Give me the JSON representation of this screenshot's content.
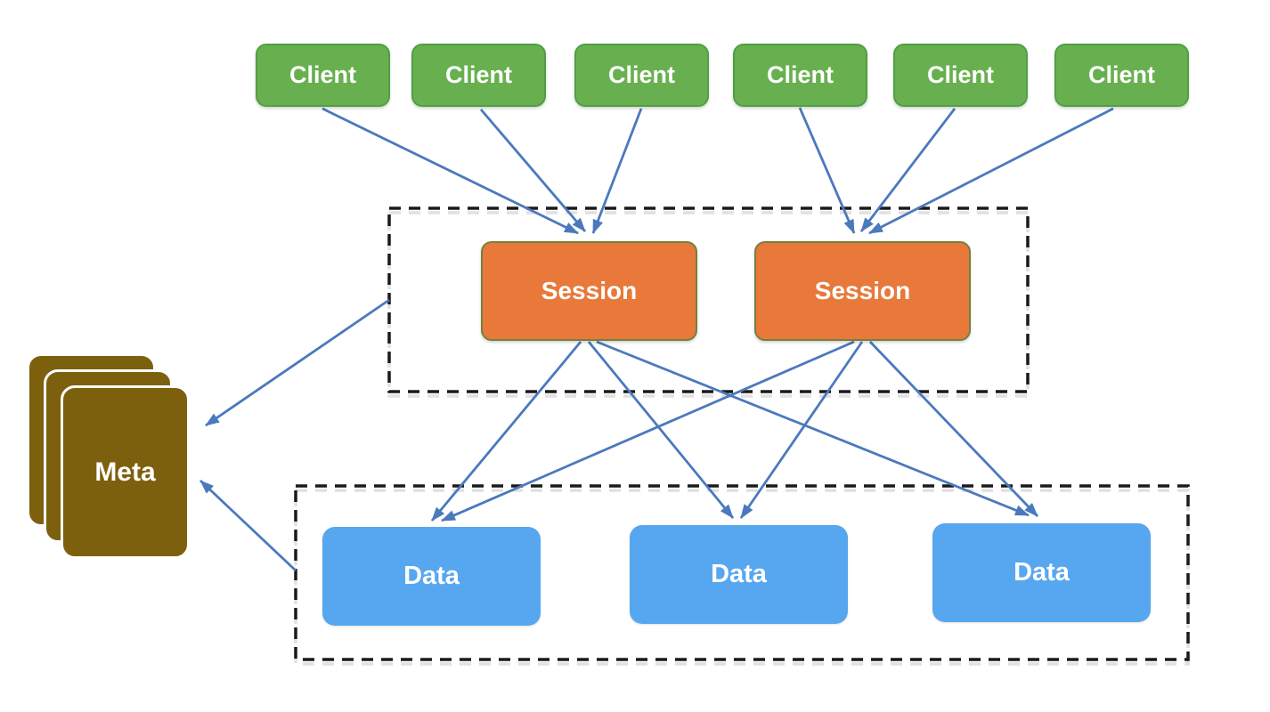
{
  "diagram": {
    "clients": [
      {
        "id": "client-1",
        "label": "Client"
      },
      {
        "id": "client-2",
        "label": "Client"
      },
      {
        "id": "client-3",
        "label": "Client"
      },
      {
        "id": "client-4",
        "label": "Client"
      },
      {
        "id": "client-5",
        "label": "Client"
      },
      {
        "id": "client-6",
        "label": "Client"
      }
    ],
    "sessions": [
      {
        "id": "session-1",
        "label": "Session"
      },
      {
        "id": "session-2",
        "label": "Session"
      }
    ],
    "data_nodes": [
      {
        "id": "data-1",
        "label": "Data"
      },
      {
        "id": "data-2",
        "label": "Data"
      },
      {
        "id": "data-3",
        "label": "Data"
      }
    ],
    "meta": {
      "id": "meta",
      "label": "Meta",
      "stack_count": 3
    },
    "groups": [
      {
        "id": "session-group",
        "style": "dashed",
        "contains": [
          "session-1",
          "session-2"
        ]
      },
      {
        "id": "data-group",
        "style": "dashed",
        "contains": [
          "data-1",
          "data-2",
          "data-3"
        ]
      }
    ],
    "edges": [
      {
        "from": "client-1",
        "to": "session-1"
      },
      {
        "from": "client-2",
        "to": "session-1"
      },
      {
        "from": "client-3",
        "to": "session-1"
      },
      {
        "from": "client-4",
        "to": "session-2"
      },
      {
        "from": "client-5",
        "to": "session-2"
      },
      {
        "from": "client-6",
        "to": "session-2"
      },
      {
        "from": "session-1",
        "to": "data-1"
      },
      {
        "from": "session-1",
        "to": "data-2"
      },
      {
        "from": "session-1",
        "to": "data-3"
      },
      {
        "from": "session-2",
        "to": "data-1"
      },
      {
        "from": "session-2",
        "to": "data-2"
      },
      {
        "from": "session-2",
        "to": "data-3"
      },
      {
        "from": "session-group",
        "to": "meta"
      },
      {
        "from": "data-group",
        "to": "meta"
      }
    ],
    "colors": {
      "background": "#ffffff",
      "client_fill": "#68b04f",
      "client_border": "#4f9f44",
      "session_fill": "#e8793a",
      "session_border": "#75803b",
      "data_fill": "#57a7f0",
      "meta_fill": "#7d600e",
      "arrow": "#4b79bd",
      "group_border": "#1a1a1a",
      "label_text": "#ffffff"
    }
  }
}
